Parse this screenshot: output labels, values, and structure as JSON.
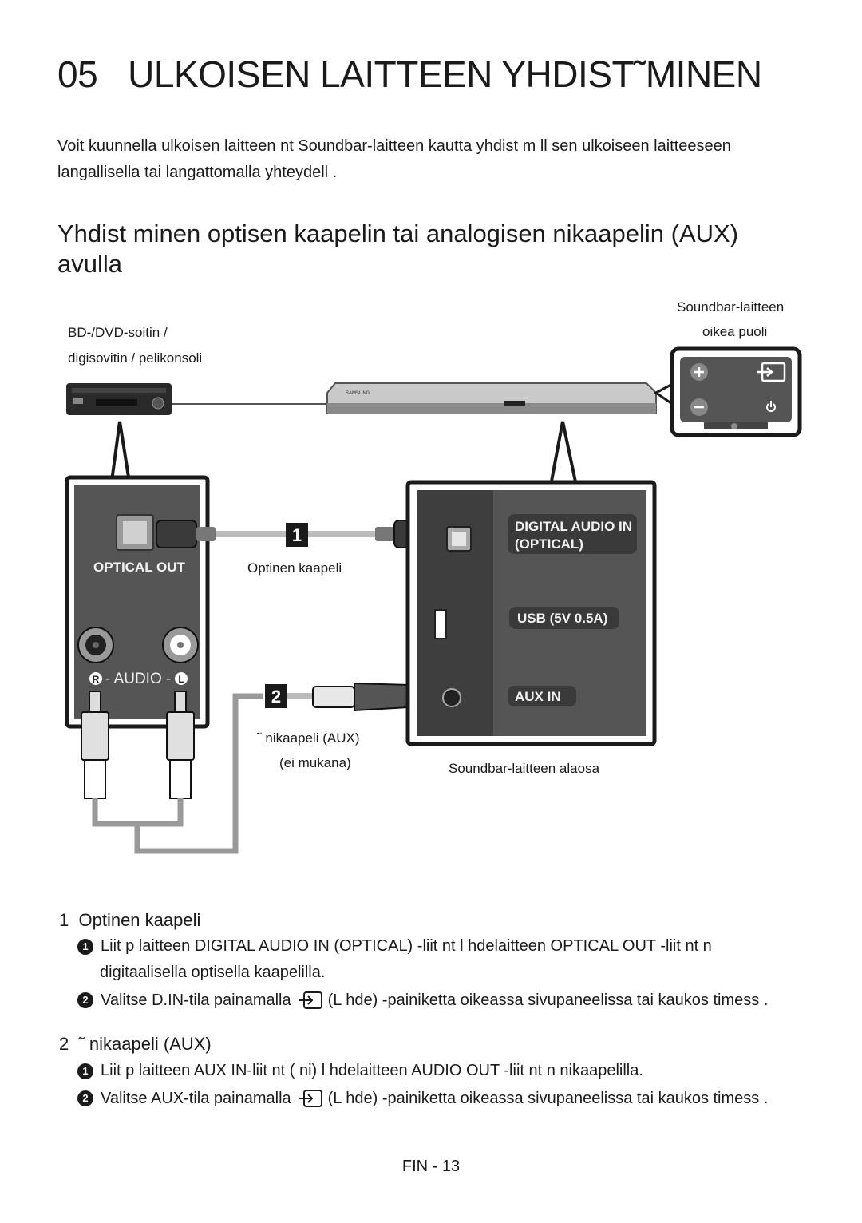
{
  "page": {
    "title_number": "05",
    "title_text": "ULKOISEN LAITTEEN YHDIST˜MINEN",
    "intro_line1": "Voit kuunnella ulkoisen laitteen   nt  Soundbar-laitteen kautta yhdist m ll  sen ulkoiseen laitteeseen",
    "intro_line2": "langallisella tai langattomalla yhteydell  .",
    "subheading_line1": "Yhdist minen optisen kaapelin tai analogisen   nikaapelin (AUX)",
    "subheading_line2": "avulla"
  },
  "diagram": {
    "source_device_label_line1": "BD-/DVD-soitin /",
    "source_device_label_line2": "digisovitin / pelikonsoli",
    "soundbar_side_label_line1": "Soundbar-laitteen",
    "soundbar_side_label_line2": "oikea puoli",
    "optical_out_label": "OPTICAL OUT",
    "audio_label": "- AUDIO -",
    "audio_r": "R",
    "audio_l": "L",
    "step1_badge": "1",
    "step2_badge": "2",
    "optical_cable_label": "Optinen kaapeli",
    "aux_cable_label_line1": "˜ nikaapeli (AUX)",
    "aux_cable_label_line2": "(ei mukana)",
    "soundbar_bottom_label": "Soundbar-laitteen alaosa",
    "port_digital_audio_line1": "DIGITAL AUDIO IN",
    "port_digital_audio_line2": "(OPTICAL)",
    "port_usb": "USB (5V 0.5A)",
    "port_aux": "AUX IN",
    "brand_mark": "SAMSUNG"
  },
  "sections": [
    {
      "number": "1",
      "title": "Optinen kaapeli",
      "steps": [
        {
          "marker": "1",
          "line1": "Liit  p  laitteen     DIGITAL AUDIO IN (OPTICAL) -liit nt  l hdelaitteen OPTICAL OUT -liit nt  n",
          "line2": "digitaalisella optisella kaapelilla."
        },
        {
          "marker": "2",
          "before_icon": "Valitse D.IN-tila painamalla",
          "after_icon": "(L hde)  -painiketta oikeassa sivupaneelissa tai kaukos  timess  .",
          "icon": "source-icon"
        }
      ]
    },
    {
      "number": "2",
      "title": "˜ nikaapeli (AUX)",
      "steps": [
        {
          "marker": "1",
          "line1": "Liit  p  laitteen     AUX IN-liit nt  (  ni) l hdelaitteen AUDIO OUT -liit nt  n   nikaapelilla."
        },
        {
          "marker": "2",
          "before_icon": "Valitse AUX-tila painamalla",
          "after_icon": "(L hde)  -painiketta oikeassa sivupaneelissa tai kaukos  timess  .",
          "icon": "source-icon"
        }
      ]
    }
  ],
  "footer": {
    "page_number": "FIN - 13"
  }
}
